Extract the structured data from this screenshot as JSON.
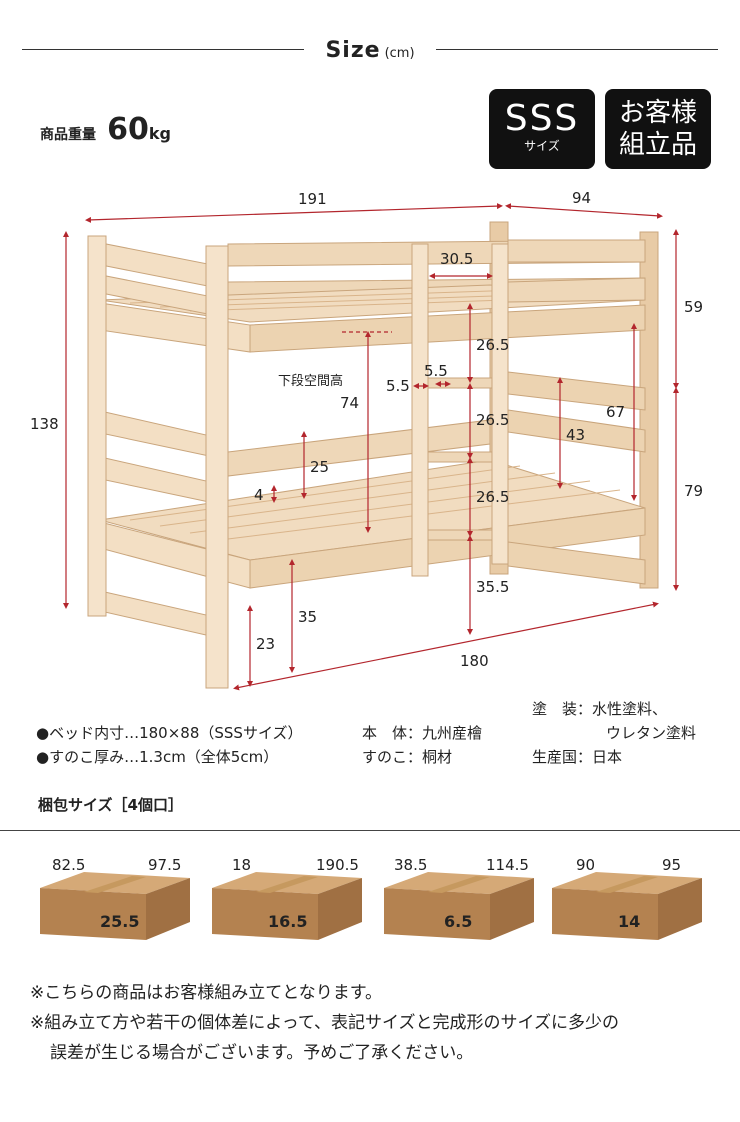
{
  "header": {
    "title": "Size",
    "unit": "(cm)"
  },
  "weight": {
    "label": "商品重量",
    "value": "60",
    "unit": "kg"
  },
  "badges": {
    "size_main": "SSS",
    "size_sub": "サイズ",
    "assembly_line1": "お客様",
    "assembly_line2": "組立品"
  },
  "dimensions": {
    "length_top": "191",
    "width_top": "94",
    "total_height": "138",
    "upper_height": "59",
    "lower_height": "79",
    "ladder_width": "30.5",
    "ladder_step_1": "26.5",
    "ladder_step_2": "26.5",
    "ladder_step_3": "26.5",
    "ladder_bottom": "35.5",
    "ladder_side_a": "5.5",
    "ladder_side_b": "5.5",
    "lower_space_label": "下段空間高",
    "lower_space": "74",
    "guard_upper": "67",
    "guard_lower": "43",
    "guard_lower_left": "25",
    "slat_gap": "4",
    "floor_to_deck": "35",
    "floor_clearance": "23",
    "length_bottom": "180"
  },
  "specs": {
    "inner_size": "●ベッド内寸…180×88（SSSサイズ）",
    "slat_thickness": "●すのこ厚み…1.3cm（全体5cm）",
    "body": "本　体：九州産檜",
    "slat": "すのこ：桐材",
    "finish_line1": "塗　装：水性塗料、",
    "finish_line2": "ウレタン塗料",
    "origin": "生産国：日本"
  },
  "packing": {
    "title": "梱包サイズ［4個口］",
    "boxes": [
      {
        "w": "82.5",
        "d": "97.5",
        "h": "25.5"
      },
      {
        "w": "18",
        "d": "190.5",
        "h": "16.5"
      },
      {
        "w": "38.5",
        "d": "114.5",
        "h": "6.5"
      },
      {
        "w": "90",
        "d": "95",
        "h": "14"
      }
    ]
  },
  "notes": {
    "line1": "※こちらの商品はお客様組み立てとなります。",
    "line2": "※組み立て方や若干の個体差によって、表記サイズと完成形のサイズに多少の",
    "line3": "誤差が生じる場合がございます。予めご了承ください。"
  },
  "colors": {
    "wood_light": "#f3dfc4",
    "wood_mid": "#e8cba6",
    "wood_dark": "#d9b48a",
    "dimension_red": "#b3262d",
    "box_top": "#d5a977",
    "box_front": "#b48250",
    "box_side": "#a07043",
    "badge_bg": "#111111"
  }
}
